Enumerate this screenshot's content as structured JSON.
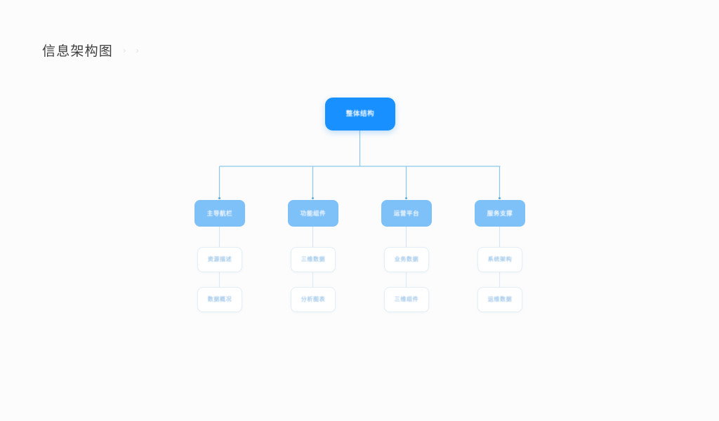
{
  "page": {
    "background_color": "#fcfcfc",
    "title": "信息架构图",
    "breadcrumb_chevrons": [
      "›",
      "›"
    ]
  },
  "colors": {
    "root_node": "#1890ff",
    "level2_node": "#7ec0f8",
    "leaf_node_bg": "#ffffff",
    "leaf_node_border": "#e3eef8",
    "leaf_node_text": "#9ec6e8",
    "connector_line": "#8cc8ec",
    "connector_line_light": "#d8e9f5",
    "junction_dot": "#5aa9dd",
    "title_text": "#3d3d3d"
  },
  "chart_data": {
    "type": "diagram",
    "diagram_type": "tree",
    "title": "信息架构图",
    "orientation": "top-down",
    "levels": 3,
    "root": {
      "label": "整体结构",
      "level": 0,
      "style": "filled-primary"
    },
    "branches": [
      {
        "label": "主导航栏",
        "level": 1,
        "style": "filled-secondary",
        "children": [
          {
            "label": "资源描述",
            "level": 2,
            "style": "outlined"
          },
          {
            "label": "数据概况",
            "level": 2,
            "style": "outlined"
          }
        ]
      },
      {
        "label": "功能组件",
        "level": 1,
        "style": "filled-secondary",
        "children": [
          {
            "label": "三维数据",
            "level": 2,
            "style": "outlined"
          },
          {
            "label": "分析图表",
            "level": 2,
            "style": "outlined"
          }
        ]
      },
      {
        "label": "运营平台",
        "level": 1,
        "style": "filled-secondary",
        "children": [
          {
            "label": "业务数据",
            "level": 2,
            "style": "outlined"
          },
          {
            "label": "三维组件",
            "level": 2,
            "style": "outlined"
          }
        ]
      },
      {
        "label": "服务支撑",
        "level": 1,
        "style": "filled-secondary",
        "children": [
          {
            "label": "系统架构",
            "level": 2,
            "style": "outlined"
          },
          {
            "label": "运维数据",
            "level": 2,
            "style": "outlined"
          }
        ]
      }
    ]
  }
}
